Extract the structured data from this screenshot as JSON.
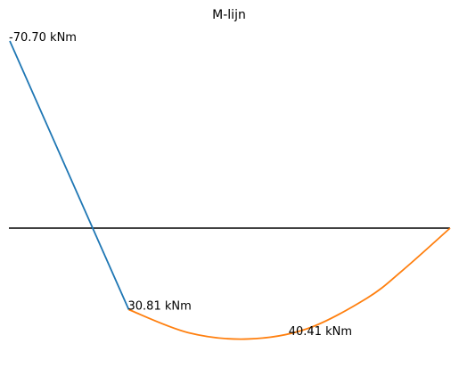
{
  "chart_data": {
    "type": "line",
    "title": "M-lijn",
    "xlabel": "",
    "ylabel": "",
    "axes_visible": false,
    "grid": false,
    "y_inverted": true,
    "baseline_color": "#000000",
    "series": [
      {
        "color": "#1f77b4",
        "x": [
          0,
          1
        ],
        "y": [
          -70.7,
          30.81
        ]
      },
      {
        "color": "#ff7f0e",
        "x": [
          1,
          1.5,
          2,
          2.5,
          3,
          3.3,
          3.7
        ],
        "y": [
          30.81,
          39.5,
          41.9,
          38.0,
          26.5,
          16.0,
          0
        ]
      }
    ],
    "annotations": [
      {
        "text": "-70.70 kNm",
        "x": 0,
        "y": -70.7
      },
      {
        "text": "30.81 kNm",
        "x": 1,
        "y": 30.81
      },
      {
        "text": "40.41 kNm",
        "x": 2.35,
        "y": 40.41
      }
    ]
  }
}
